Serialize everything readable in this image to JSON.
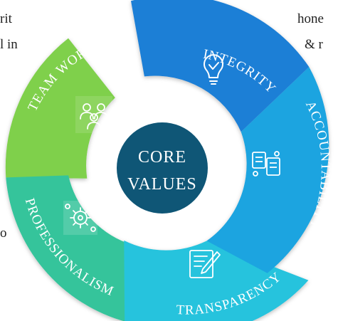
{
  "left_text": [
    "rit",
    "l in",
    "o"
  ],
  "right_text": [
    "hone",
    "& r"
  ],
  "center": {
    "line1": "CORE",
    "line2": "VALUES"
  },
  "segments": [
    {
      "name": "integrity",
      "label": "INTEGRITY",
      "color": "#1f7fd6",
      "icon": "lightbulb-check-icon"
    },
    {
      "name": "accountability",
      "label": "ACCOUNTABILITY",
      "color": "#1aa4e0",
      "icon": "clipboard-documents-icon"
    },
    {
      "name": "transparency",
      "label": "TRANSPARENCY",
      "color": "#25c3dd",
      "icon": "edit-document-icon"
    },
    {
      "name": "professionalism",
      "label": "PROFESSIONALISM",
      "color": "#36c49b",
      "icon": "gear-idea-icon"
    },
    {
      "name": "team-work",
      "label": "TEAM WORK",
      "color": "#7fd04c",
      "icon": "team-people-icon"
    }
  ]
}
